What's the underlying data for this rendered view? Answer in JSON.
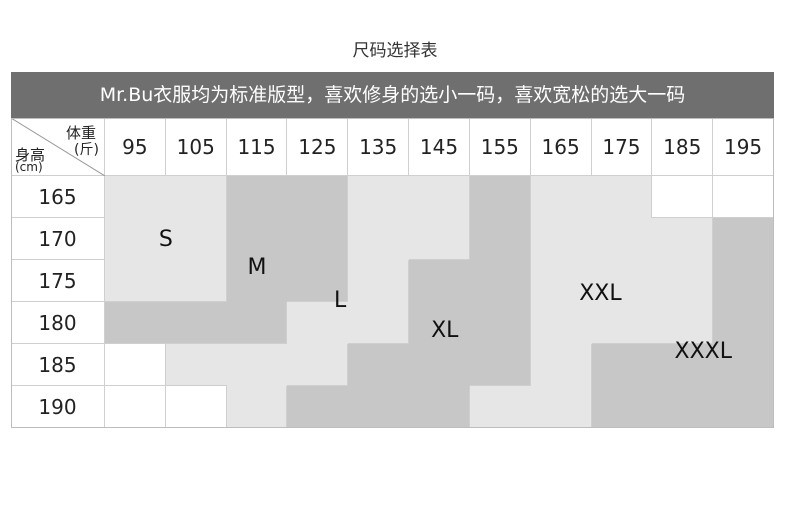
{
  "title": "尺码选择表",
  "banner": "Mr.Bu衣服均为标准版型，喜欢修身的选小一码，喜欢宽松的选大一码",
  "corner": {
    "weight_label": "体重",
    "weight_unit": "(斤)",
    "height_label": "身高",
    "height_unit": "(cm)"
  },
  "weights": [
    "95",
    "105",
    "115",
    "125",
    "135",
    "145",
    "155",
    "165",
    "175",
    "185",
    "195"
  ],
  "heights": [
    "165",
    "170",
    "175",
    "180",
    "185",
    "190"
  ],
  "sizes": [
    "S",
    "M",
    "L",
    "XL",
    "XXL",
    "XXXL"
  ],
  "colors": {
    "banner": "#6f6f6f",
    "light": "#e6e6e6",
    "dark": "#c7c7c7",
    "grid": "#cfcfcf"
  },
  "chart_data": {
    "type": "table",
    "columns": [
      "95",
      "105",
      "115",
      "125",
      "135",
      "145",
      "155",
      "165",
      "175",
      "185",
      "195"
    ],
    "rows": [
      {
        "height": "165",
        "sizes": [
          "S",
          "S",
          "M",
          "M",
          "L",
          "L",
          "XL",
          "XXL",
          "XXL",
          "",
          ""
        ]
      },
      {
        "height": "170",
        "sizes": [
          "S",
          "S",
          "M",
          "M",
          "L",
          "L",
          "XL",
          "XXL",
          "XXL",
          "XXL",
          "XXXL"
        ]
      },
      {
        "height": "175",
        "sizes": [
          "S",
          "S",
          "M",
          "M",
          "L",
          "XL",
          "XL",
          "XXL",
          "XXL",
          "XXL",
          "XXXL"
        ]
      },
      {
        "height": "180",
        "sizes": [
          "M",
          "M",
          "M",
          "L",
          "L",
          "XL",
          "XL",
          "XXL",
          "XXL",
          "XXL",
          "XXXL"
        ]
      },
      {
        "height": "185",
        "sizes": [
          "",
          "L",
          "L",
          "L",
          "XL",
          "XL",
          "XL",
          "XXL",
          "XXXL",
          "XXXL",
          "XXXL"
        ]
      },
      {
        "height": "190",
        "sizes": [
          "",
          "",
          "L",
          "XL",
          "XL",
          "XL",
          "XXL",
          "XXL",
          "XXXL",
          "XXXL",
          "XXXL"
        ]
      }
    ]
  }
}
